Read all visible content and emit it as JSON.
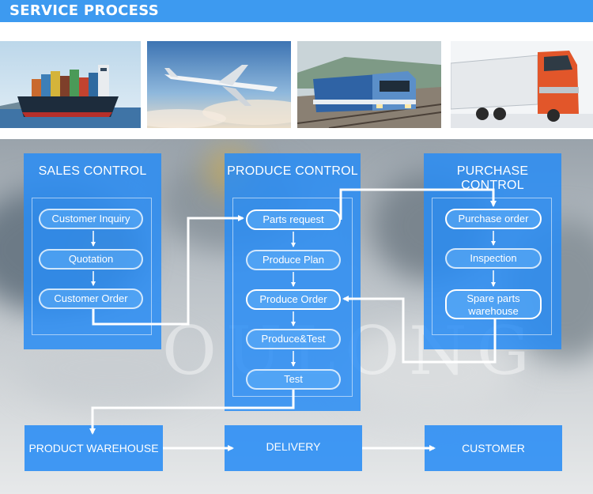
{
  "header": {
    "title": "SERVICE PROCESS"
  },
  "photos": [
    {
      "name": "container-ship-photo",
      "icon": "ship-icon"
    },
    {
      "name": "airplane-photo",
      "icon": "airplane-icon"
    },
    {
      "name": "train-photo",
      "icon": "train-icon"
    },
    {
      "name": "truck-photo",
      "icon": "truck-icon"
    }
  ],
  "watermark": "OULONG",
  "sales": {
    "title": "SALES CONTROL",
    "steps": [
      "Customer Inquiry",
      "Quotation",
      "Customer Order"
    ]
  },
  "produce": {
    "title": "PRODUCE CONTROL",
    "steps": [
      "Parts request",
      "Produce Plan",
      "Produce Order",
      "Produce&Test",
      "Test"
    ]
  },
  "purchase": {
    "title": "PURCHASE CONTROL",
    "steps": [
      "Purchase order",
      "Inspection",
      "Spare parts warehouse"
    ]
  },
  "bottom": {
    "warehouse": "PRODUCT WAREHOUSE",
    "delivery": "DELIVERY",
    "customer": "CUSTOMER"
  },
  "colors": {
    "accent": "#3d9af0",
    "panel": "#288cf5",
    "arrow": "#ffffff"
  }
}
